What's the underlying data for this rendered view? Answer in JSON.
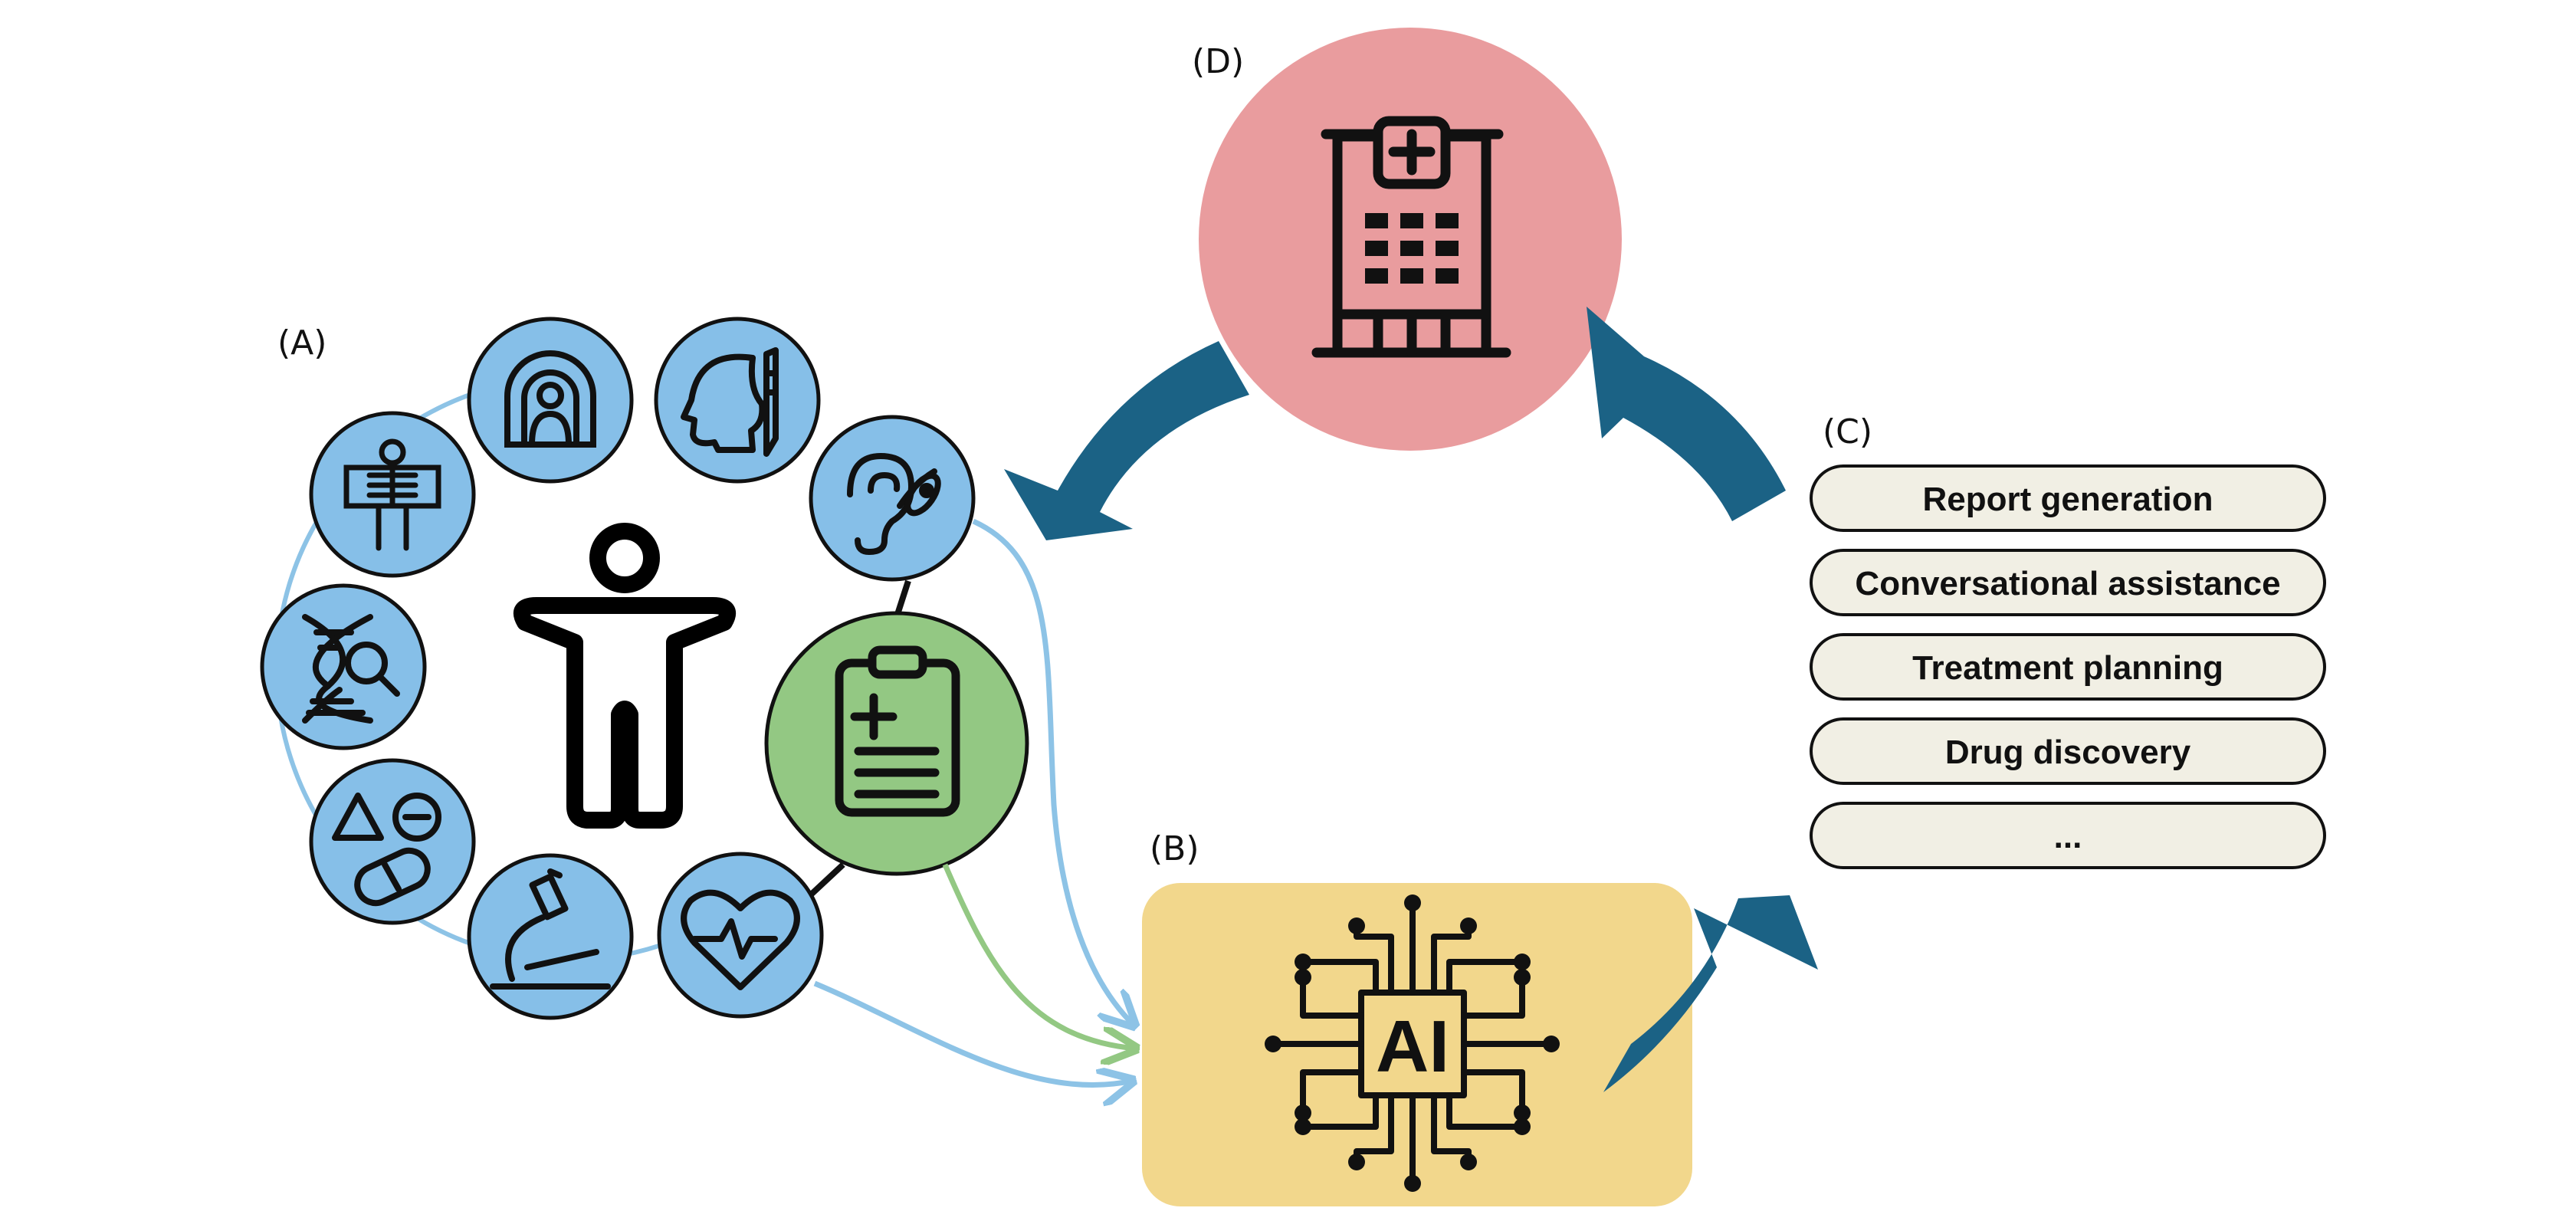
{
  "panels": {
    "a": "(A)",
    "b": "(B)",
    "c": "(C)",
    "d": "(D)"
  },
  "ai_chip": {
    "label": "AI"
  },
  "applications": [
    "Report generation",
    "Conversational assistance",
    "Treatment planning",
    "Drug discovery",
    "..."
  ],
  "data_modalities": [
    "mri-scanner-icon",
    "head-surgery-icon",
    "hearing-aid-icon",
    "xray-skeleton-icon",
    "dna-search-icon",
    "medication-icon",
    "microscope-icon",
    "heart-rate-icon",
    "clinical-record-icon"
  ],
  "colors": {
    "modality_fill": "#86BFE8",
    "record_fill": "#93C883",
    "ai_box": "#F2D78C",
    "hospital_circle": "#E99C9E",
    "cycle_arrow": "#1B6285",
    "app_box": "#F1EFE4",
    "link_blue": "#8DC3E6",
    "link_green": "#93C883"
  }
}
